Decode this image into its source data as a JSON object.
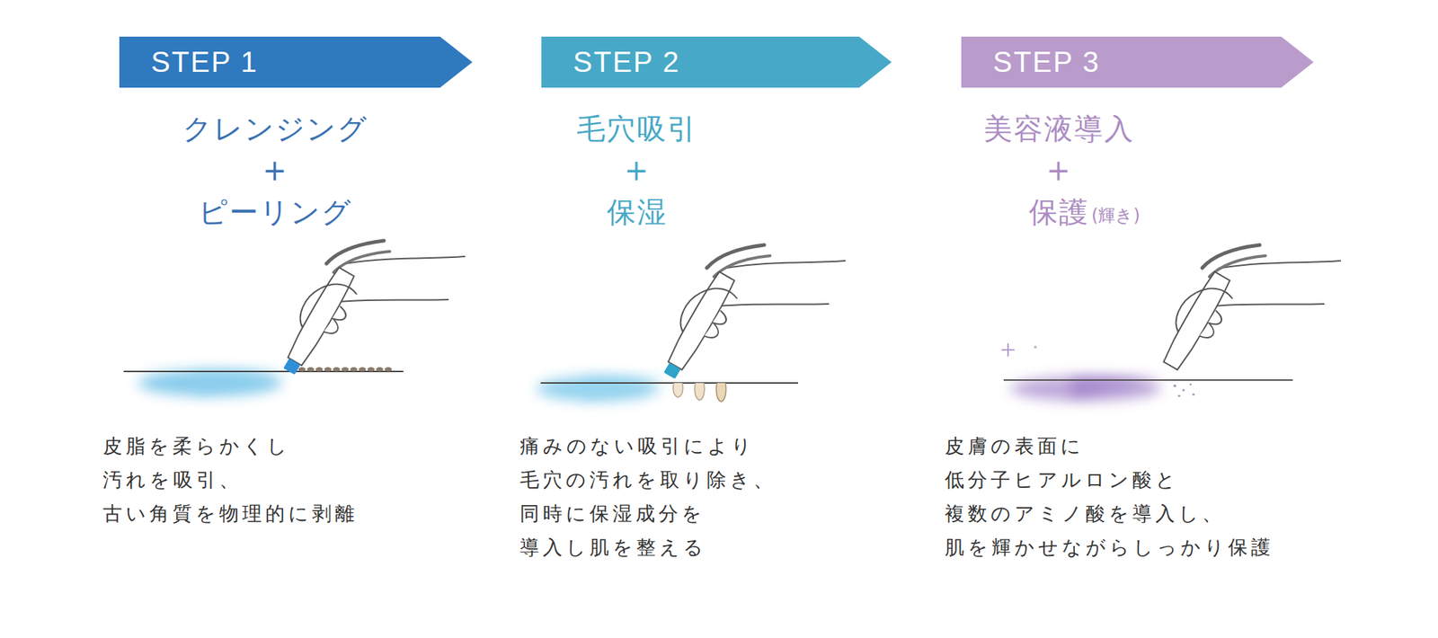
{
  "diagram": {
    "nodes": [
      {
        "text": [
          "STEP 1"
        ]
      },
      {
        "text": [
          "STEP 2"
        ]
      },
      {
        "text": [
          "STEP 3"
        ]
      }
    ],
    "labels": [
      "クレンジング + ピーリング",
      "皮脂を柔らかくし 汚れを吸引、 古い角質を物理的に剥離",
      "毛穴吸引 + 保湿",
      "痛みのない吸引により 毛穴の汚れを取り除き、 同時に保湿成分を 導入し肌を整える",
      "美容液導入 + 保護",
      "(輝き)",
      "皮膚の表面に 低分子ヒアルロン酸と 複数のアミノ酸を導入し、 肌を輝かせながらしっかり保護"
    ]
  }
}
